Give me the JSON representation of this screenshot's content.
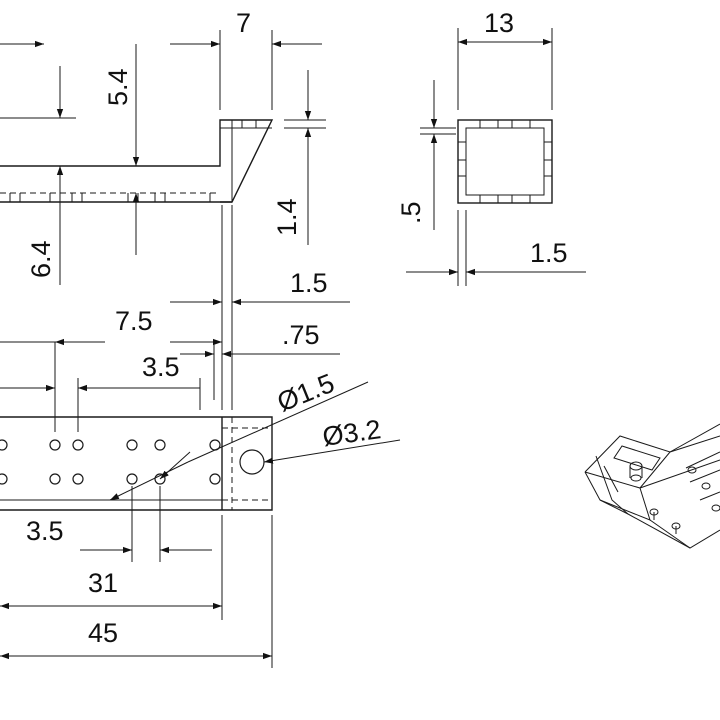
{
  "dimensions": {
    "d_7": "7",
    "d_5_4": "5.4",
    "d_1_4": "1.4",
    "d_6_4": "6.4",
    "d_13": "13",
    "d_0_5": ".5",
    "d_1_5_side": "1.5",
    "d_1_5_mid": "1.5",
    "d_7_5": "7.5",
    "d_0_75": ".75",
    "d_3_5_top": "3.5",
    "d_dia_1_5": "Ø1.5",
    "d_dia_3_2": "Ø3.2",
    "d_3_5_bottom": "3.5",
    "d_31": "31",
    "d_45": "45"
  },
  "colors": {
    "line": "#1a1a1a",
    "background": "#ffffff"
  }
}
